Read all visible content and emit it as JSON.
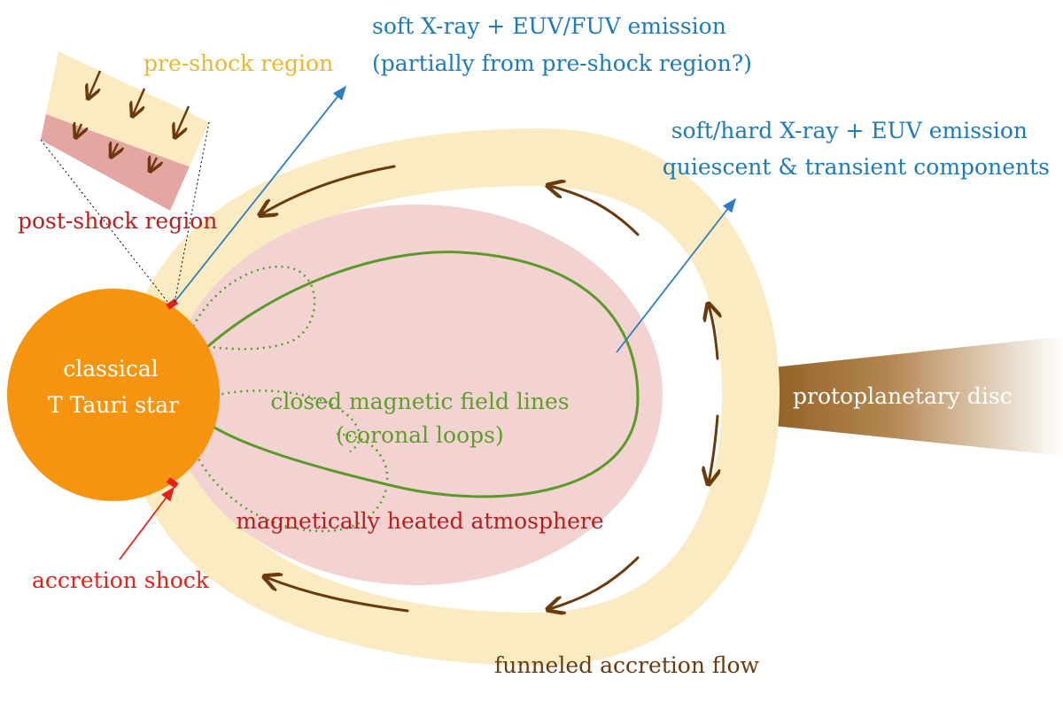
{
  "colors": {
    "star": "#f7940f",
    "accretion_band": "#faebc2",
    "atmosphere": "#f2d3d1",
    "field_lines": "#5b9a2a",
    "flow_arrows": "#6b3a0c",
    "emission_arrows": "#2f7dc0",
    "shock_marker": "#e2231a",
    "disc": "#8b5a1e"
  },
  "labels": {
    "soft_xray_line1": "soft X-ray + EUV/FUV emission",
    "soft_xray_line2": "(partially from pre-shock region?)",
    "hard_xray_line1": "soft/hard X-ray + EUV emission",
    "hard_xray_line2": "quiescent & transient components",
    "pre_shock": "pre-shock region",
    "post_shock": "post-shock region",
    "star_line1": "classical",
    "star_line2": "T Tauri star",
    "field_lines_line1": "closed magnetic field lines",
    "field_lines_line2": "(coronal loops)",
    "atmosphere": "magnetically heated atmosphere",
    "accretion_shock": "accretion shock",
    "disc": "protoplanetary disc",
    "funneled_flow": "funneled accretion flow"
  },
  "icons": {
    "flow_arrow": "curved-arrow-icon",
    "inset_arrow": "diagonal-arrow-icon",
    "emission_arrow": "straight-arrow-icon"
  }
}
